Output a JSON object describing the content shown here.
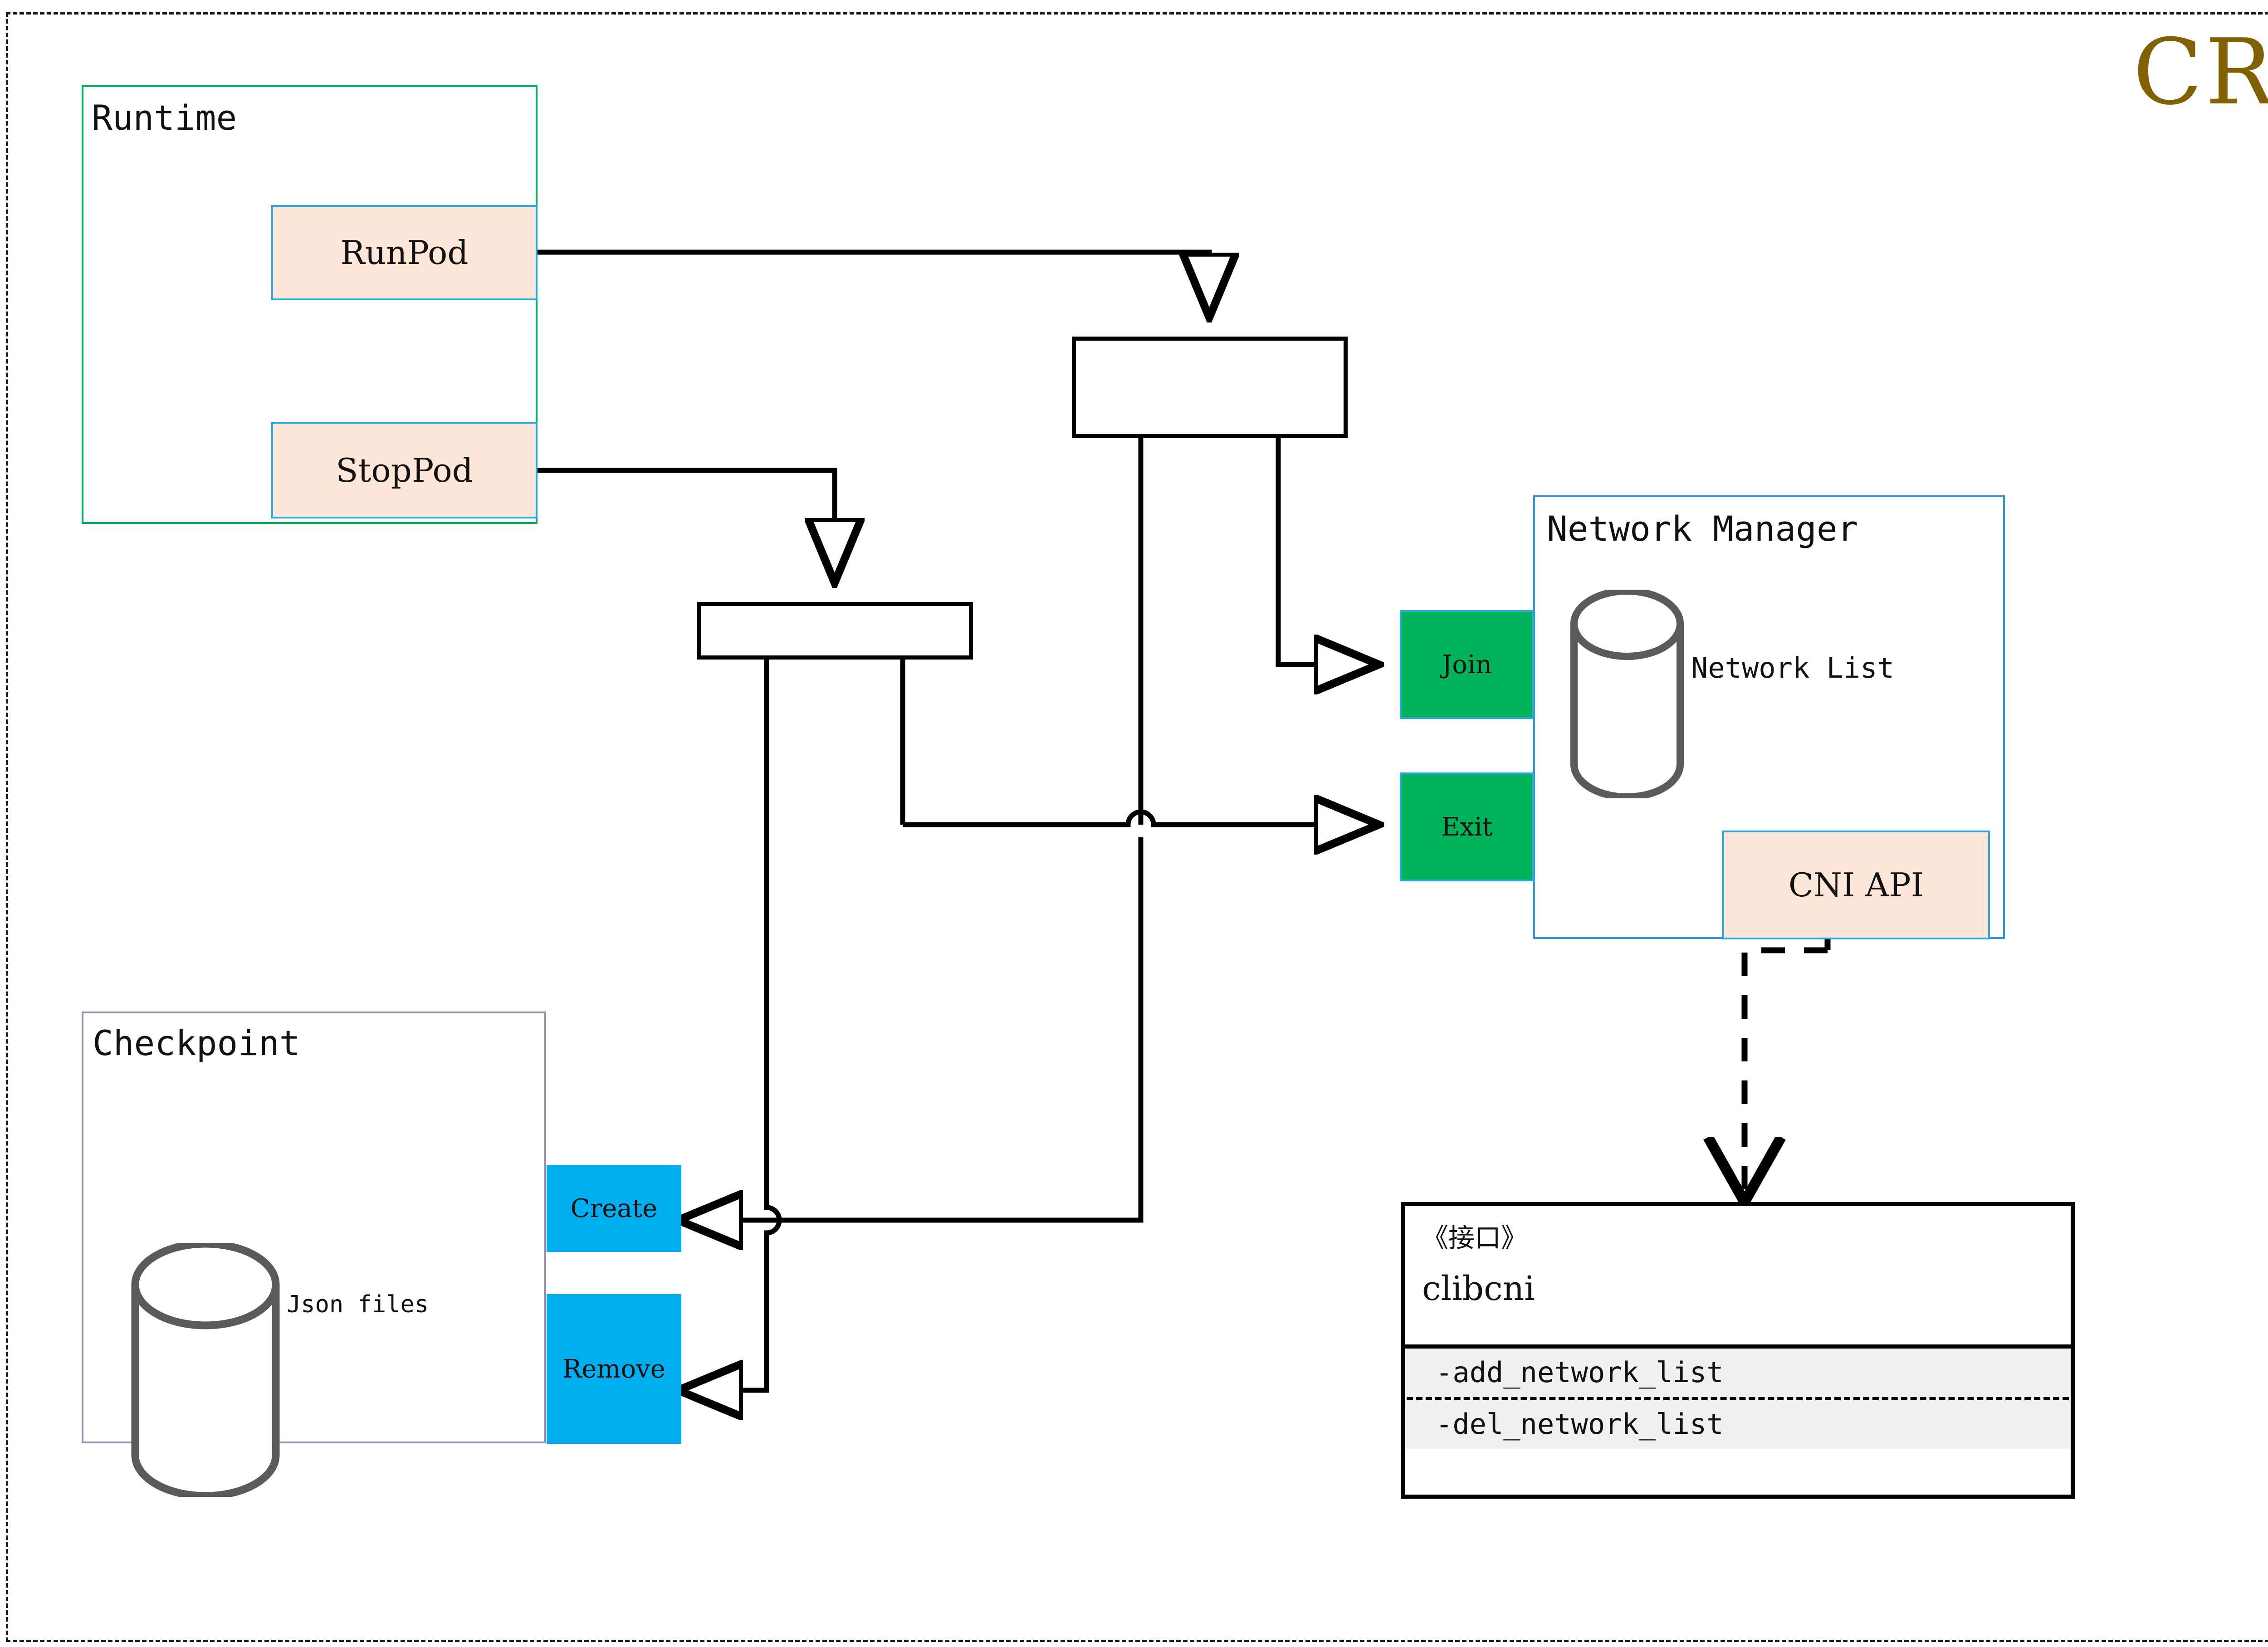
{
  "title": "CRI",
  "colors": {
    "title": "#806000",
    "runtime_border": "#00B05A",
    "netmgr_border": "#2E9BD6",
    "checkpoint_border": "#9a8ca8",
    "peach_fill": "#FCE7D8",
    "peach_border": "#29ABE2",
    "green_fill": "#00B259",
    "blue_fill": "#00AEEF",
    "frame_border": "#1a1a1a",
    "cylinder_stroke": "#5a5a5a",
    "ops_fill": "#F0F0F0"
  },
  "runtime": {
    "label": "Runtime",
    "operations": [
      {
        "label": "RunPod"
      },
      {
        "label": "StopPod"
      }
    ]
  },
  "network_manager": {
    "label": "Network Manager",
    "store_label": "Network List",
    "ports": [
      {
        "label": "Join"
      },
      {
        "label": "Exit"
      }
    ],
    "api": {
      "label": "CNI API"
    }
  },
  "checkpoint": {
    "label": "Checkpoint",
    "store_label": "Json files",
    "ports": [
      {
        "label": "Create"
      },
      {
        "label": "Remove"
      }
    ]
  },
  "interface": {
    "stereotype": "《接口》",
    "name": "clibcni",
    "operations": [
      "-add_network_list",
      "-del_network_list"
    ]
  },
  "fork_nodes": [
    {
      "name": "stoppod-fork"
    },
    {
      "name": "runpod-fork"
    }
  ]
}
